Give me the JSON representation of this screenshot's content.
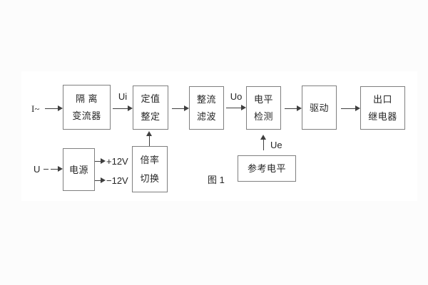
{
  "figure": {
    "caption": "图 1",
    "colors": {
      "background": "#fcfcfc",
      "scan_area": "#ffffff",
      "line": "#3f3f3f",
      "box_border": "#7f7f7f",
      "text": "#262626"
    },
    "inputs": {
      "current_input": "I~",
      "voltage_input": "U"
    },
    "signal_labels": {
      "ui": "Ui",
      "uo": "Uo",
      "ue": "Ue",
      "plus_12v": "+12V",
      "minus_12v": "−12V"
    },
    "blocks": {
      "isolation_transformer": {
        "line1": "隔 离",
        "line2": "变流器"
      },
      "setting_adjust": {
        "line1": "定值",
        "line2": "整定"
      },
      "rectify_filter": {
        "line1": "整流",
        "line2": "滤波"
      },
      "level_detect": {
        "line1": "电平",
        "line2": "检测"
      },
      "drive": {
        "line1": "驱动"
      },
      "output_relay": {
        "line1": "出口",
        "line2": "继电器"
      },
      "power_supply": {
        "line1": "电源"
      },
      "ratio_switch": {
        "line1": "倍率",
        "line2": "切换"
      },
      "reference_level": {
        "line1": "参考电平"
      }
    }
  }
}
